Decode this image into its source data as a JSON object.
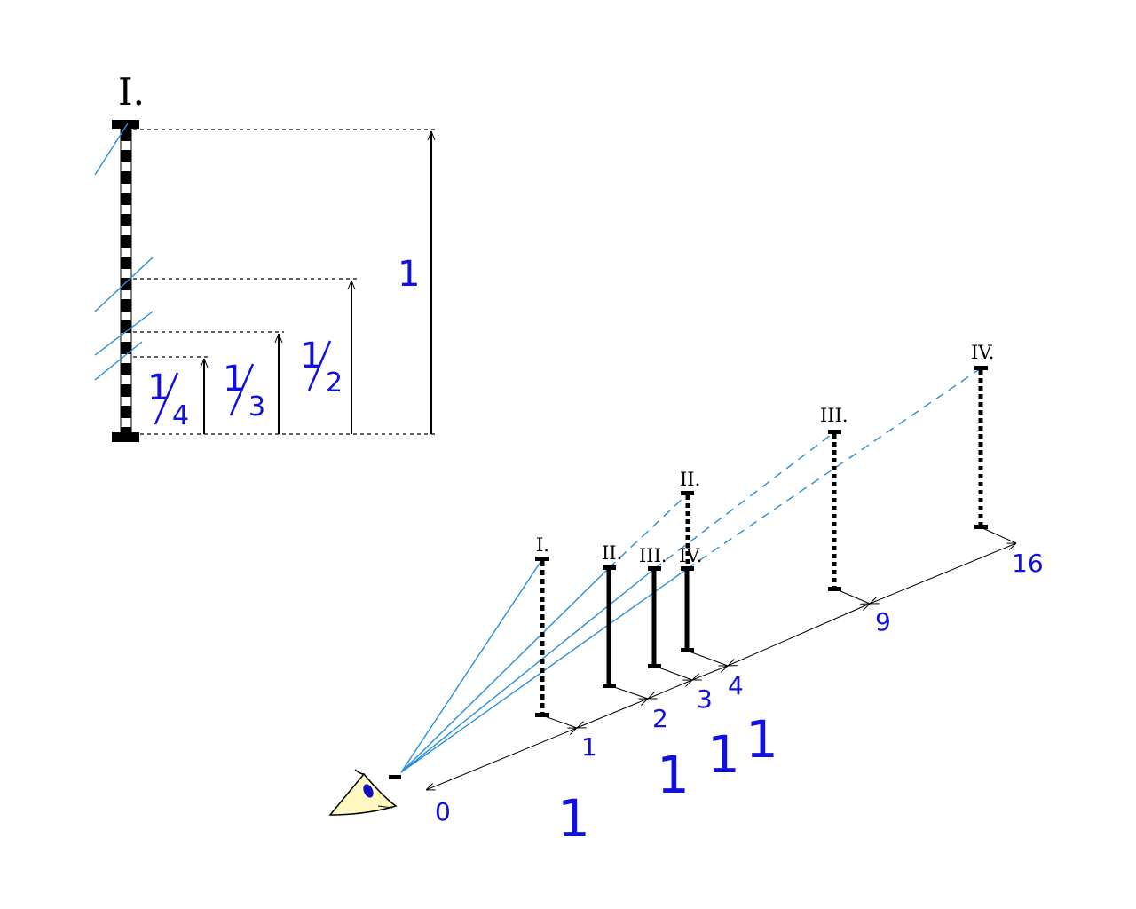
{
  "colors": {
    "label_blue": "#1010e0",
    "sight_line": "#2a8fd8",
    "eye_fill": "#fff8c0",
    "pupil": "#1010c0"
  },
  "top_figure": {
    "pole_label": "I.",
    "fractions": [
      {
        "num": "1",
        "den": "4"
      },
      {
        "num": "1",
        "den": "3"
      },
      {
        "num": "1",
        "den": "2"
      }
    ],
    "full_height_label": "1"
  },
  "perspective": {
    "pole_labels": {
      "near_I": "I.",
      "near_II": "II.",
      "near_III": "III.",
      "near_IV": "IV.",
      "far_II": "II.",
      "far_III": "III.",
      "far_IV": "IV."
    },
    "ground_marks": [
      "0",
      "1",
      "2",
      "3",
      "4",
      "9",
      "16"
    ],
    "unit_marks": [
      "1",
      "1",
      "1",
      "1"
    ]
  }
}
